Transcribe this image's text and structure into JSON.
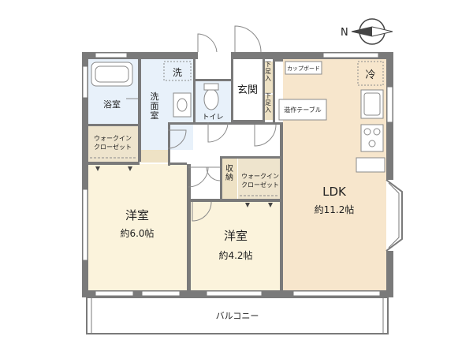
{
  "compass": {
    "north_label": "N"
  },
  "rooms": {
    "ldk": {
      "name": "LDK",
      "size": "約11.2帖"
    },
    "western1": {
      "name": "洋室",
      "size": "約6.0帖"
    },
    "western2": {
      "name": "洋室",
      "size": "約4.2帖"
    },
    "bathroom": {
      "name": "浴室"
    },
    "washroom": {
      "name": "洗面室"
    },
    "toilet": {
      "name": "トイレ"
    },
    "entrance": {
      "name": "玄関"
    },
    "balcony": {
      "name": "バルコニー"
    }
  },
  "fixtures": {
    "washer": "洗",
    "fridge": "冷",
    "cupboard": "カップボード",
    "built_in_table": "造作テーブル",
    "shoe_box": "下足入",
    "walk_in_closet": "ウォークイン\nクローゼット",
    "storage": "収納"
  },
  "colors": {
    "ldk": "#f7e6cc",
    "western": "#fbf3dc",
    "water": "#e8f1fa",
    "closet": "#eee4cd",
    "storage": "#eee2c5",
    "wall": "#7a7a7a",
    "wall_light": "#a8a8a8",
    "floor_white": "#ffffff"
  }
}
